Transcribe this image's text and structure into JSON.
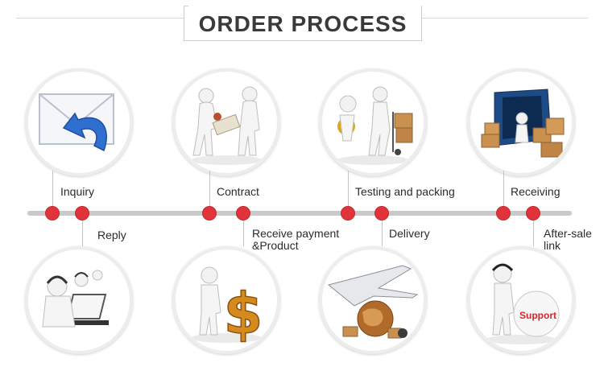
{
  "title": "ORDER PROCESS",
  "steps": {
    "inquiry": "Inquiry",
    "reply": "Reply",
    "contract": "Contract",
    "receive_payment_line1": "Receive payment",
    "receive_payment_line2": "&Product",
    "testing": "Testing and packing",
    "delivery": "Delivery",
    "receiving": "Receiving",
    "after_sale_line1": "After-sale",
    "after_sale_line2": "link"
  },
  "support_badge": "Support",
  "colors": {
    "dot": "#e0343a",
    "timeline": "#c9c9c9",
    "title": "#3a3a3a"
  }
}
